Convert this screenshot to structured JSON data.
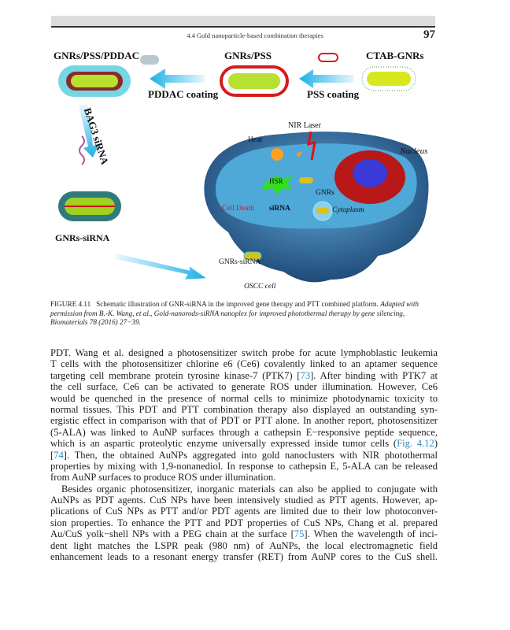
{
  "header": {
    "running_title": "4.4 Gold nanoparticle-based combination therapies",
    "page_number": "97"
  },
  "figure": {
    "labels": {
      "gnrs_pss_pddac": "GNRs/PSS/PDDAC",
      "gnrs_pss": "GNRs/PSS",
      "ctab_gnrs": "CTAB-GNRs",
      "pddac_coating": "PDDAC coating",
      "pss_coating": "PSS coating",
      "bag3_sirna": "BAG3 siRNA",
      "gnrs_sirna_left": "GNRs-siRNA",
      "gnrs_sirna_cell": "GNRs-siRNA",
      "nir_laser": "NIR Laser",
      "heat": "Heat",
      "nucleus": "Nucleus",
      "hsr": "HSR",
      "gnrs": "GNRs",
      "cell_death": "Cell Death",
      "sirna": "siRNA",
      "cytoplasm": "Cytoplasm",
      "oscc_cell": "OSCC cell"
    },
    "colors": {
      "arrow": "#1fb0e6",
      "cell": "#2f5f8f",
      "nucleus": "#3a3ad8",
      "er": "#c01818",
      "hsr": "#33dd22"
    }
  },
  "caption": {
    "label": "FIGURE 4.11",
    "text": "Schematic illustration of GNR-siRNA in the improved gene therapy and PTT combined platform.",
    "credit": "Adapted with permission from B.-K. Wang, et al., Gold-nanorods-siRNA nanoplex for improved photothermal therapy by gene silencing, Biomaterials 78 (2016) 27−39."
  },
  "body": {
    "lines": [
      [
        "PDT. Wang et al. designed a photosensitizer switch probe for acute lymphoblastic leukemia"
      ],
      [
        "T cells with the photosensitizer chlorine e6 (Ce6) covalently linked to an aptamer sequence"
      ],
      [
        "targeting cell membrane protein tyrosine kinase-7 (PTK7) [",
        "73",
        "]. After binding with PTK7 at"
      ],
      [
        "the cell surface, Ce6 can be activated to generate ROS under illumination. However, Ce6"
      ],
      [
        "would be quenched in the presence of normal cells to minimize photodynamic toxicity to"
      ],
      [
        "normal tissues. This PDT and PTT combination therapy also displayed an outstanding syn-"
      ],
      [
        "ergistic effect in comparison with that of PDT or PTT alone. In another report, photosensitizer"
      ],
      [
        "(5-ALA) was linked to AuNP surfaces through a cathepsin E−responsive peptide sequence,"
      ],
      [
        "which is an aspartic proteolytic enzyme universally expressed inside tumor cells (",
        "Fig. 4.12",
        ")"
      ],
      [
        "[",
        "74",
        "]. Then, the obtained AuNPs aggregated into gold nanoclusters with NIR photothermal"
      ],
      [
        "properties by mixing with 1,9-nonanediol. In response to cathepsin E, 5-ALA can be released"
      ],
      [
        "from AuNP surfaces to produce ROS under illumination."
      ],
      [
        "Besides organic photosensitizer, inorganic materials can also be applied to conjugate with"
      ],
      [
        "AuNPs as PDT agents. CuS NPs have been intensively studied as PTT agents. However, ap-"
      ],
      [
        "plications of CuS NPs as PTT and/or PDT agents are limited due to their low photoconver-"
      ],
      [
        "sion properties. To enhance the PTT and PDT properties of CuS NPs, Chang et al. prepared"
      ],
      [
        "Au/CuS yolk−shell NPs with a PEG chain at the surface [",
        "75",
        "]. When the wavelength of inci-"
      ],
      [
        "dent light matches the LSPR peak (980 nm) of AuNPs, the local electromagnetic field"
      ],
      [
        "enhancement leads to a resonant energy transfer (RET) from AuNP cores to the CuS shell."
      ]
    ]
  }
}
